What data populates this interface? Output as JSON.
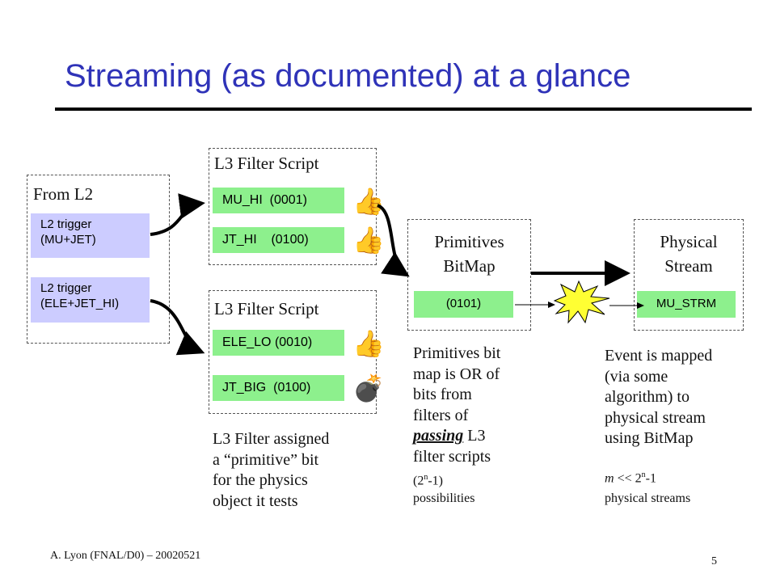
{
  "title": "Streaming (as documented) at a glance",
  "from_l2": {
    "label": "From L2",
    "triggers": [
      {
        "line1": "L2 trigger",
        "line2": "(MU+JET)"
      },
      {
        "line1": "L2 trigger",
        "line2": "(ELE+JET_HI)"
      }
    ]
  },
  "scripts": [
    {
      "label": "L3 Filter Script",
      "filters": [
        {
          "name": "MU_HI",
          "bits": "(0001)",
          "icon": "thumbs-up-icon",
          "glyph": "4"
        },
        {
          "name": "JT_HI",
          "bits": "(0100)",
          "icon": "thumbs-up-icon",
          "glyph": "4"
        }
      ]
    },
    {
      "label": "L3 Filter Script",
      "filters": [
        {
          "name": "ELE_LO",
          "bits": "(0010)",
          "icon": "thumbs-up-icon",
          "glyph": "4"
        },
        {
          "name": "JT_BIG",
          "bits": "(0100)",
          "icon": "bomb-icon",
          "glyph": "8"
        }
      ]
    }
  ],
  "primitives": {
    "line1": "Primitives",
    "line2": "BitMap",
    "value": "(0101)"
  },
  "physical": {
    "line1": "Physical",
    "line2": "Stream",
    "value": "MU_STRM"
  },
  "notes": {
    "filter": [
      "L3 Filter assigned",
      "a “primitive” bit",
      "for the physics",
      "object it tests"
    ],
    "primitives_lines": [
      "Primitives bit",
      "map is OR of",
      "bits from",
      "filters of"
    ],
    "passing": "passing",
    "primitives_after_passing": " L3",
    "primitives_line6": "filter scripts",
    "possibilities_pre": "(2",
    "possibilities_sup": "n",
    "possibilities_post": "-1)",
    "possibilities_word": "possibilities",
    "mapped": [
      "Event is mapped",
      "(via some",
      "algorithm) to",
      "physical stream",
      "using BitMap"
    ],
    "m_var": "m",
    "m_text": " << 2",
    "m_sup": "n",
    "m_post": "-1",
    "physical_streams": "physical streams"
  },
  "footer": {
    "author": "A. Lyon (FNAL/D0) – 20020521",
    "page": "5"
  },
  "colors": {
    "title": "#2f33b8",
    "trigger_fill": "#ccccff",
    "filter_fill": "#8df08d",
    "burst_fill": "#ffff33"
  }
}
